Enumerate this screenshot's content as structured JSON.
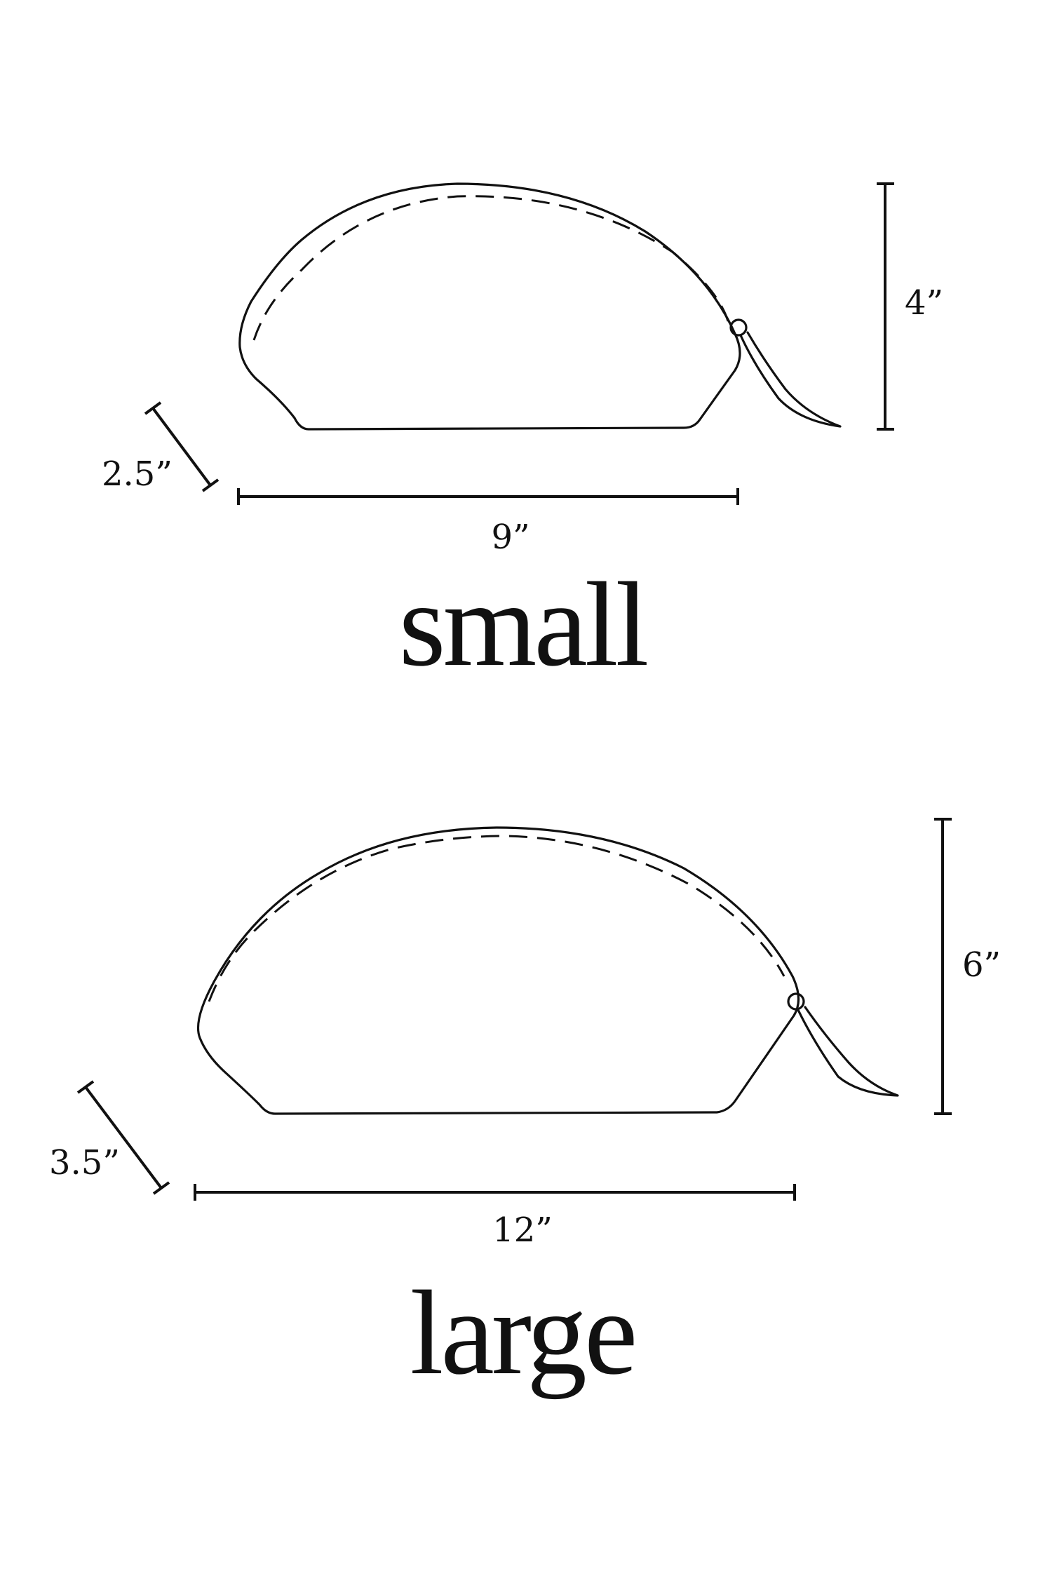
{
  "small": {
    "title": "small",
    "height_label": "4”",
    "width_label": "9”",
    "depth_label": "2.5”"
  },
  "large": {
    "title": "large",
    "height_label": "6”",
    "width_label": "12”",
    "depth_label": "3.5”"
  }
}
